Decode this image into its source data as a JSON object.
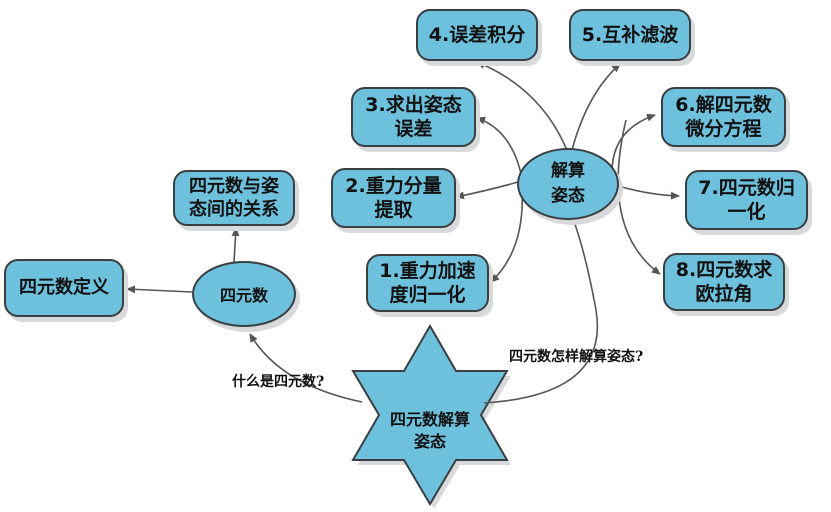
{
  "center": {
    "label_line1": "解算",
    "label_line2": "姿态"
  },
  "left_center": {
    "label": "四元数"
  },
  "star": {
    "label_line1": "四元数解算",
    "label_line2": "姿态"
  },
  "edge_labels": {
    "what": "什么是四元数?",
    "how": "四元数怎样解算姿态?"
  },
  "nodes": {
    "n4": {
      "line1": "4.误差积分"
    },
    "n5": {
      "line1": "5.互补滤波"
    },
    "n3": {
      "line1": "3.求出姿态",
      "line2": "误差"
    },
    "n6": {
      "line1": "6.解四元数",
      "line2": "微分方程"
    },
    "n2": {
      "line1": "2.重力分量",
      "line2": "提取"
    },
    "n7": {
      "line1": "7.四元数归",
      "line2": "一化"
    },
    "n1": {
      "line1": "1.重力加速",
      "line2": "度归一化"
    },
    "n8": {
      "line1": "8.四元数求",
      "line2": "欧拉角"
    },
    "relation": {
      "line1": "四元数与姿",
      "line2": "态间的关系"
    },
    "definition": {
      "line1": "四元数定义"
    }
  },
  "colors": {
    "fill": "#6ec1dc",
    "stroke": "#3a3f44",
    "shadow": "#d7d9db",
    "arrow": "#555555"
  }
}
